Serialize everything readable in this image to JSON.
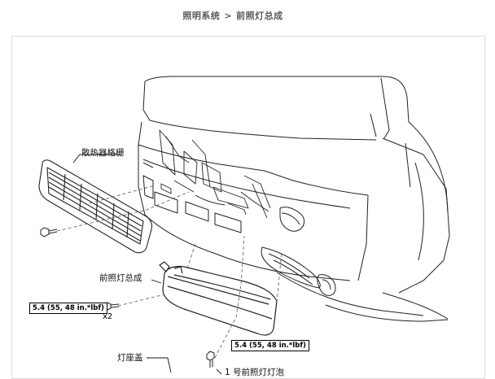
{
  "breadcrumb": {
    "parent": "照明系统",
    "separator": ">",
    "current": "前照灯总成"
  },
  "labels": {
    "radiator_grille": "散热器格栅",
    "headlight_assembly": "前照灯总成",
    "lamp_socket_cover": "灯座盖",
    "headlight_bulb": "1 号前照灯灯泡"
  },
  "torque": {
    "left": "5.4 (55, 48 in.*lbf)",
    "right": "5.4 (55, 48 in.*lbf)"
  },
  "quantity": "x2",
  "colors": {
    "line": "#222222",
    "dash": "#555555",
    "breadcrumb": "#5a5a5a"
  }
}
